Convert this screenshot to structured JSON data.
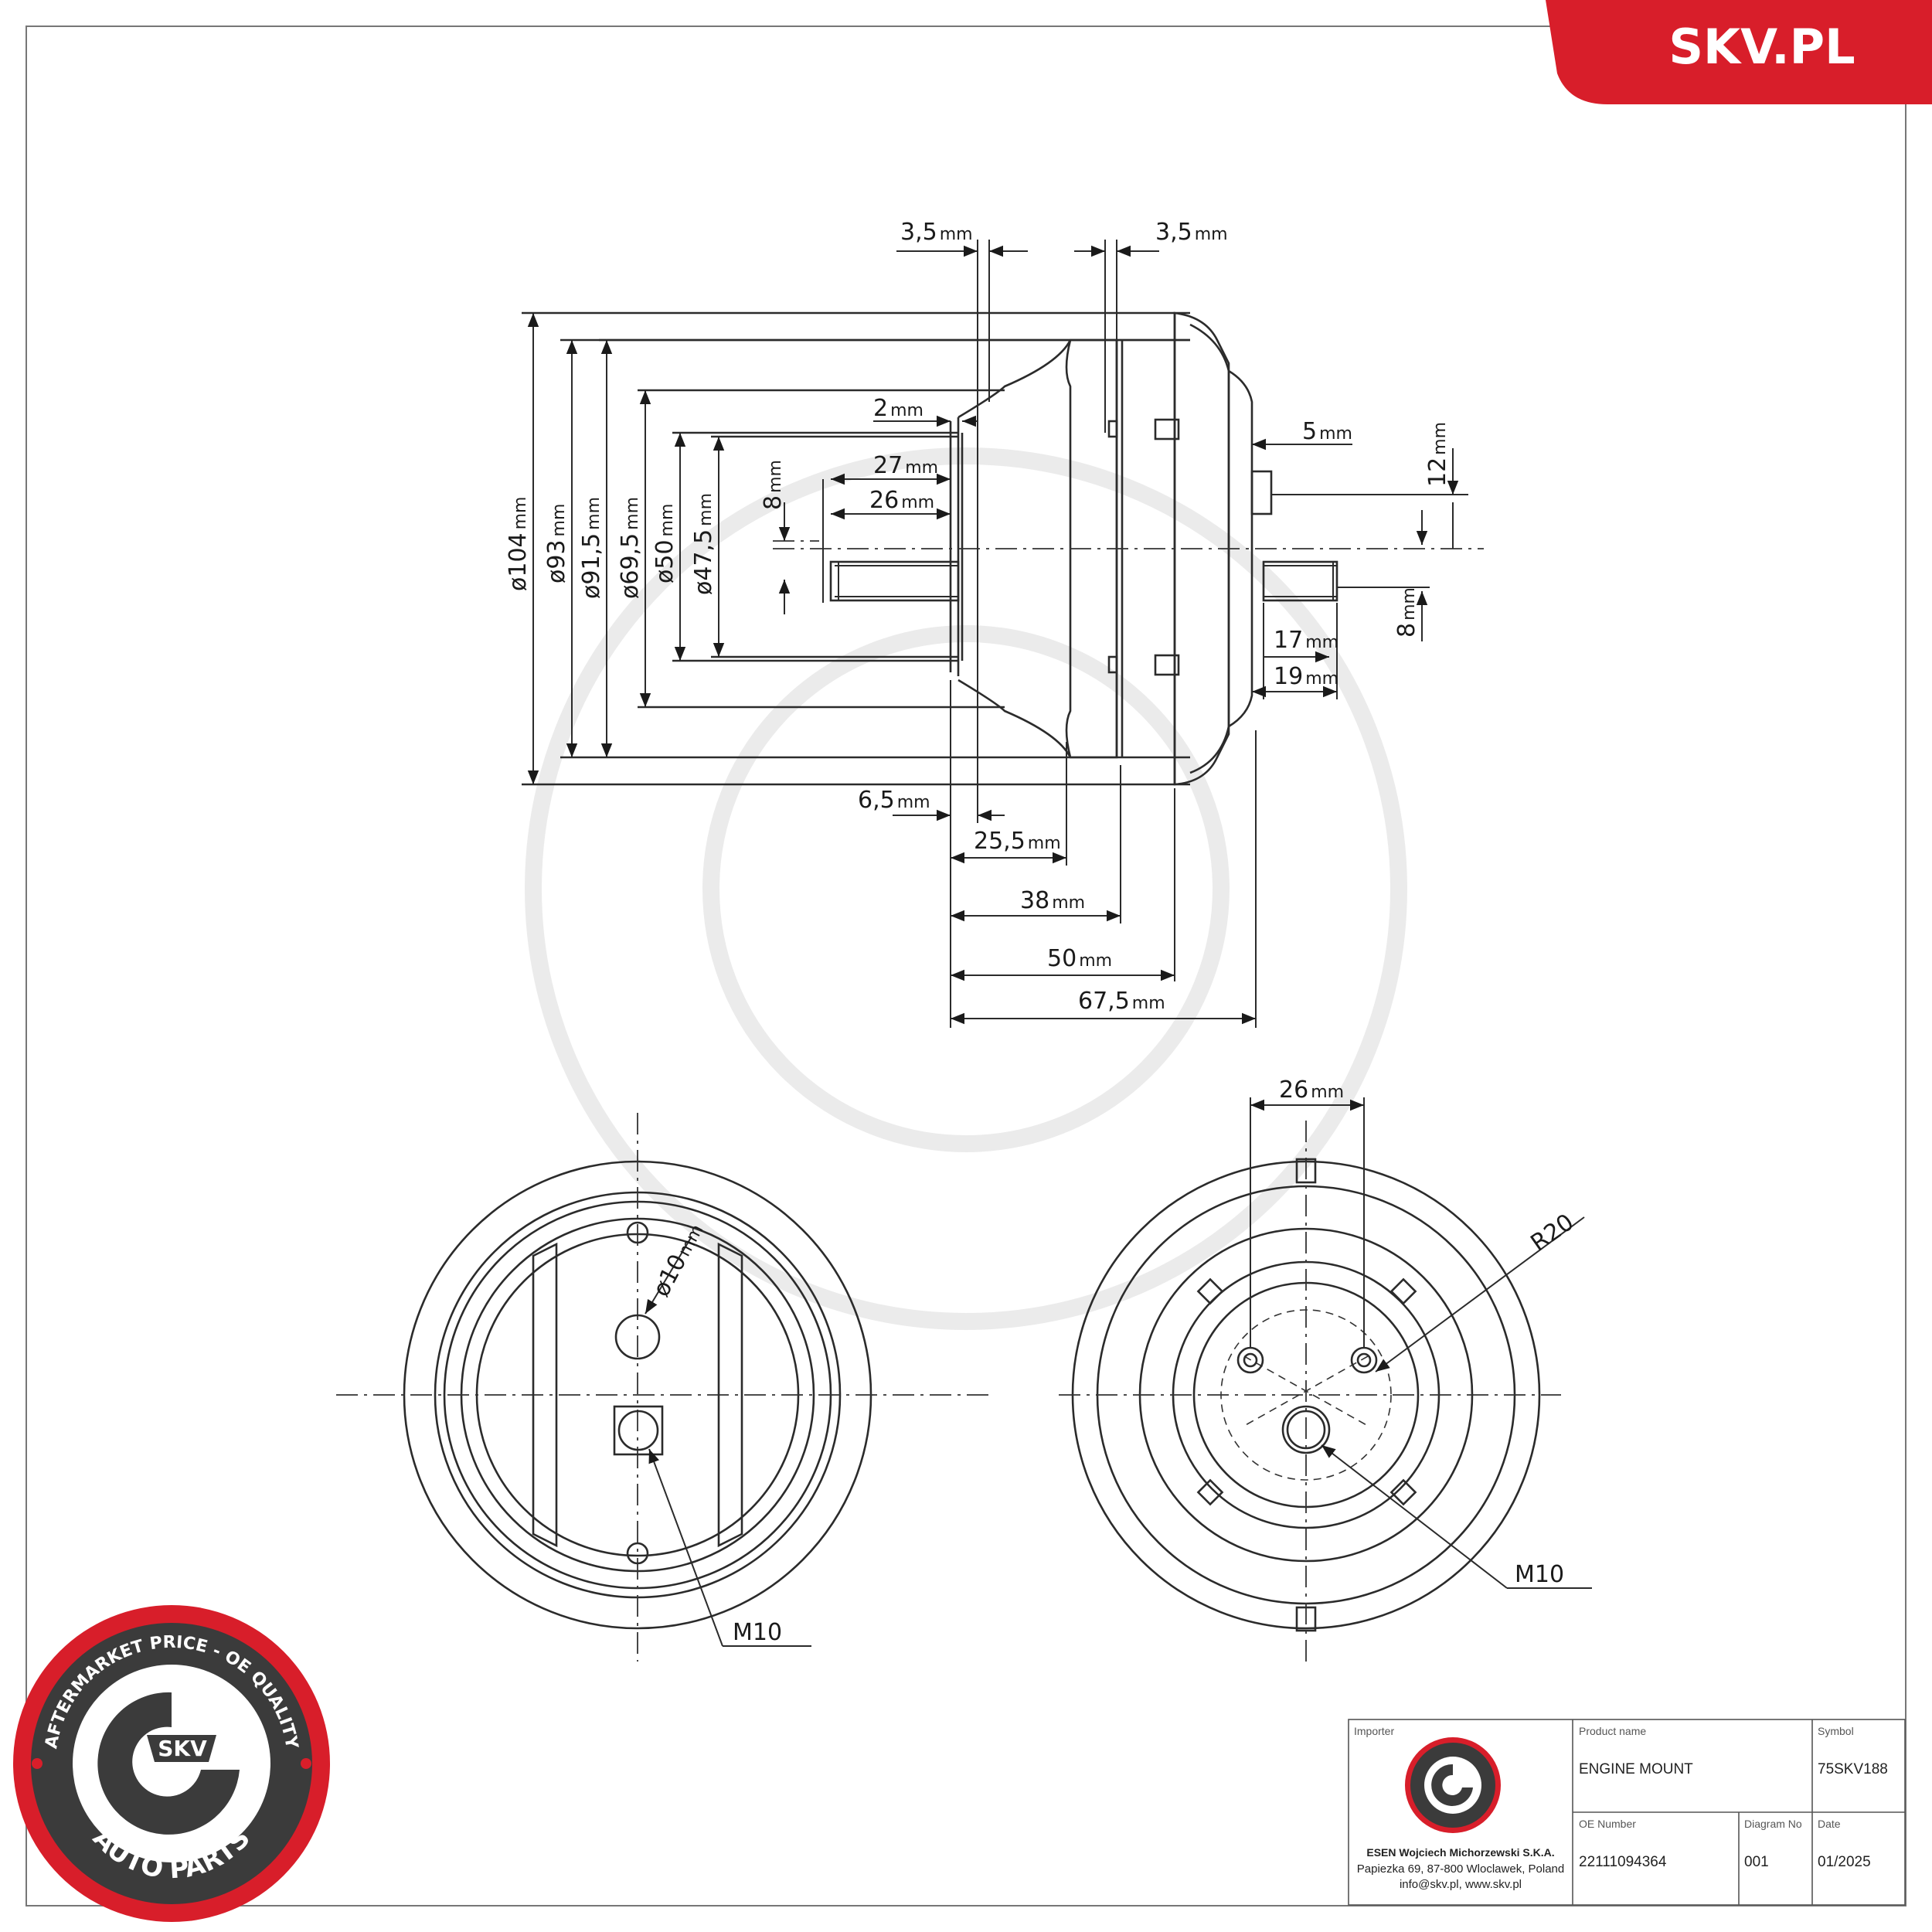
{
  "brand": {
    "site": "SKV.PL",
    "accent": "#d81e2a"
  },
  "seal": {
    "top_text": "AFTERMARKET PRICE - OE QUALITY",
    "bottom_text": "AUTO PARTS",
    "center_text": "SKV"
  },
  "side_view": {
    "dims_top": [
      "3,5",
      "3,5"
    ],
    "dims_left": [
      "ø104",
      "ø93",
      "ø91,5",
      "ø69,5",
      "ø50",
      "ø47,5"
    ],
    "dims_inner": [
      "2",
      "27",
      "26",
      "8"
    ],
    "dims_right": [
      "5",
      "12",
      "8",
      "17",
      "19"
    ],
    "dims_bottom": [
      "6,5",
      "25,5",
      "38",
      "50",
      "67,5"
    ],
    "unit": "mm"
  },
  "front_view_left": {
    "hole_dim": "ø10",
    "hole_unit": "mm",
    "thread": "M10"
  },
  "front_view_right": {
    "spacing_dim": "26",
    "spacing_unit": "mm",
    "radius": "R20",
    "thread": "M10"
  },
  "title_block": {
    "importer_label": "Importer",
    "importer_name": "ESEN Wojciech Michorzewski S.K.A.",
    "importer_address": "Papiezka 69, 87-800 Wloclawek, Poland",
    "importer_contact": "info@skv.pl, www.skv.pl",
    "product_name_label": "Product name",
    "product_name": "ENGINE MOUNT",
    "symbol_label": "Symbol",
    "symbol": "75SKV188",
    "oe_label": "OE Number",
    "oe_number": "22111094364",
    "diagram_label": "Diagram No",
    "diagram_no": "001",
    "date_label": "Date",
    "date": "01/2025"
  }
}
